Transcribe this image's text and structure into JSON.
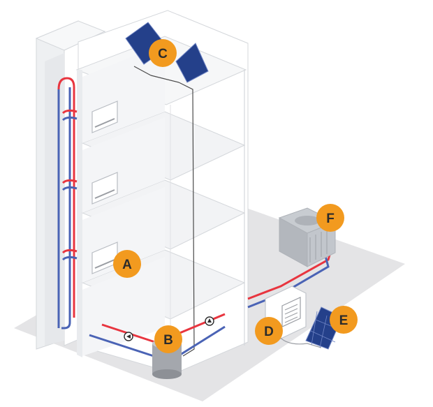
{
  "colors": {
    "background": "#ffffff",
    "ground": "#e4e4e6",
    "building_wall": "#ffffff",
    "building_shade": "#eceef0",
    "building_side": "#dfe1e4",
    "outline": "#cfd2d6",
    "hot_pipe": "#e8353f",
    "cold_pipe": "#4a63b5",
    "wire": "#4a4a4a",
    "solar_panel": "#24408a",
    "badge": "#f29a1f",
    "badge_text": "#2b2b2b",
    "unit_grey": "#b8bcc2",
    "tank": "#9a9da3"
  },
  "labels": {
    "A": "A",
    "B": "B",
    "C": "C",
    "D": "D",
    "E": "E",
    "F": "F"
  },
  "components": [
    {
      "key": "A",
      "icon": "indoor-unit-icon"
    },
    {
      "key": "B",
      "icon": "water-tank-icon"
    },
    {
      "key": "C",
      "icon": "rooftop-solar-panel-icon"
    },
    {
      "key": "D",
      "icon": "heat-pump-unit-icon"
    },
    {
      "key": "E",
      "icon": "ground-solar-panel-icon"
    },
    {
      "key": "F",
      "icon": "cooling-tower-icon"
    }
  ]
}
